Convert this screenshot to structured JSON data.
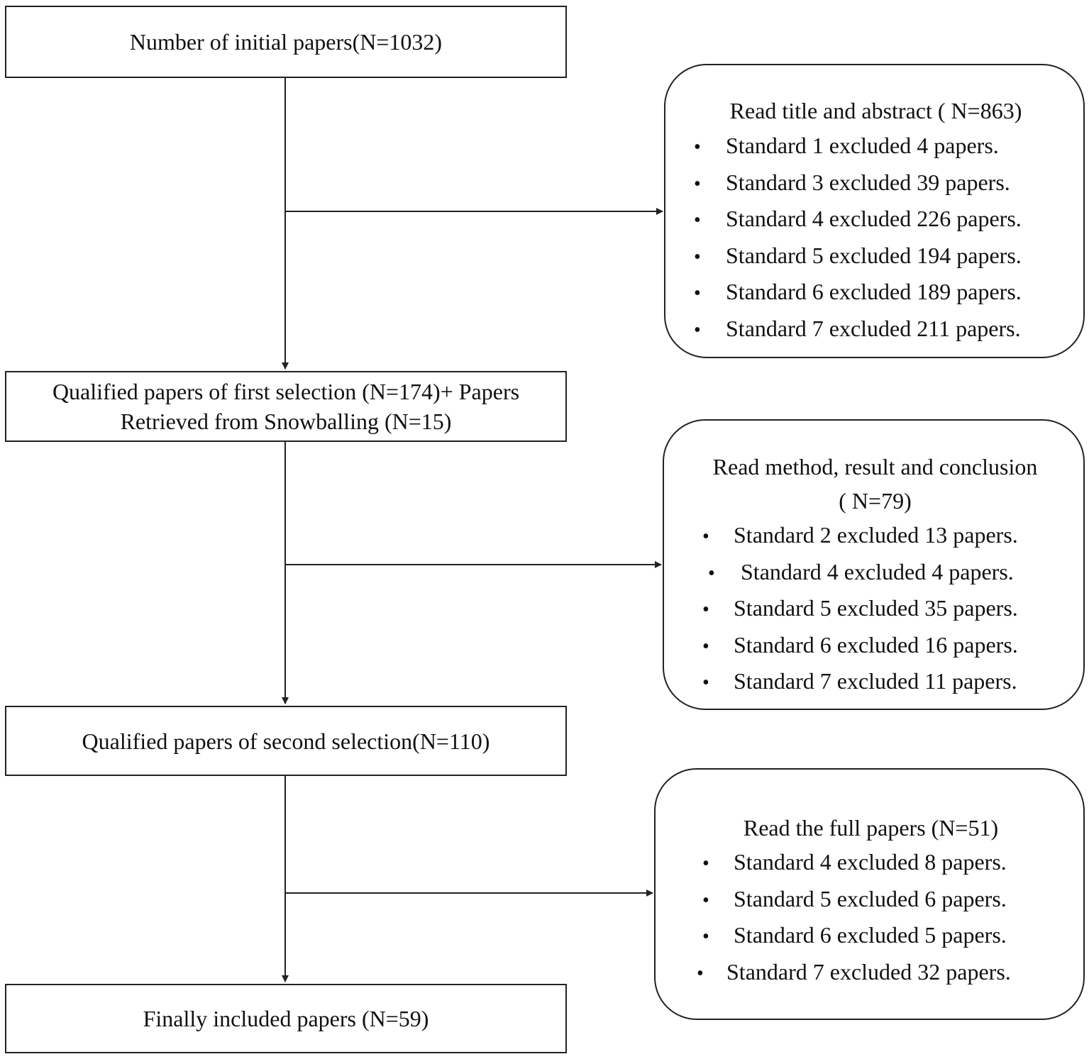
{
  "stages": {
    "initial": "Number of initial papers(N=1032)",
    "first_selection_line1": "Qualified papers of first selection (N=174)+ Papers",
    "first_selection_line2": "Retrieved from Snowballing (N=15)",
    "second_selection": "Qualified papers of second selection(N=110)",
    "final": "Finally included papers (N=59)"
  },
  "exclusions": [
    {
      "title": "Read title and abstract ( N=863)",
      "items": [
        "Standard 1 excluded 4 papers.",
        "Standard 3 excluded 39 papers.",
        "Standard 4 excluded 226 papers.",
        "Standard 5 excluded 194 papers.",
        "Standard 6 excluded 189 papers.",
        "Standard 7 excluded 211 papers."
      ]
    },
    {
      "title_line1": "Read method, result and conclusion",
      "title_line2": "( N=79)",
      "items": [
        "Standard 2 excluded 13 papers.",
        "Standard 4 excluded 4 papers.",
        "Standard 5 excluded 35 papers.",
        "Standard 6 excluded 16 papers.",
        "Standard 7 excluded 11 papers."
      ]
    },
    {
      "title": "Read the full papers (N=51)",
      "items": [
        "Standard 4 excluded 8 papers.",
        "Standard 5 excluded 6 papers.",
        "Standard 6 excluded 5 papers.",
        "Standard 7 excluded 32 papers."
      ]
    }
  ],
  "bullet_glyph": "•",
  "colors": {
    "line": "#222222",
    "text": "#111111",
    "background": "#ffffff"
  }
}
